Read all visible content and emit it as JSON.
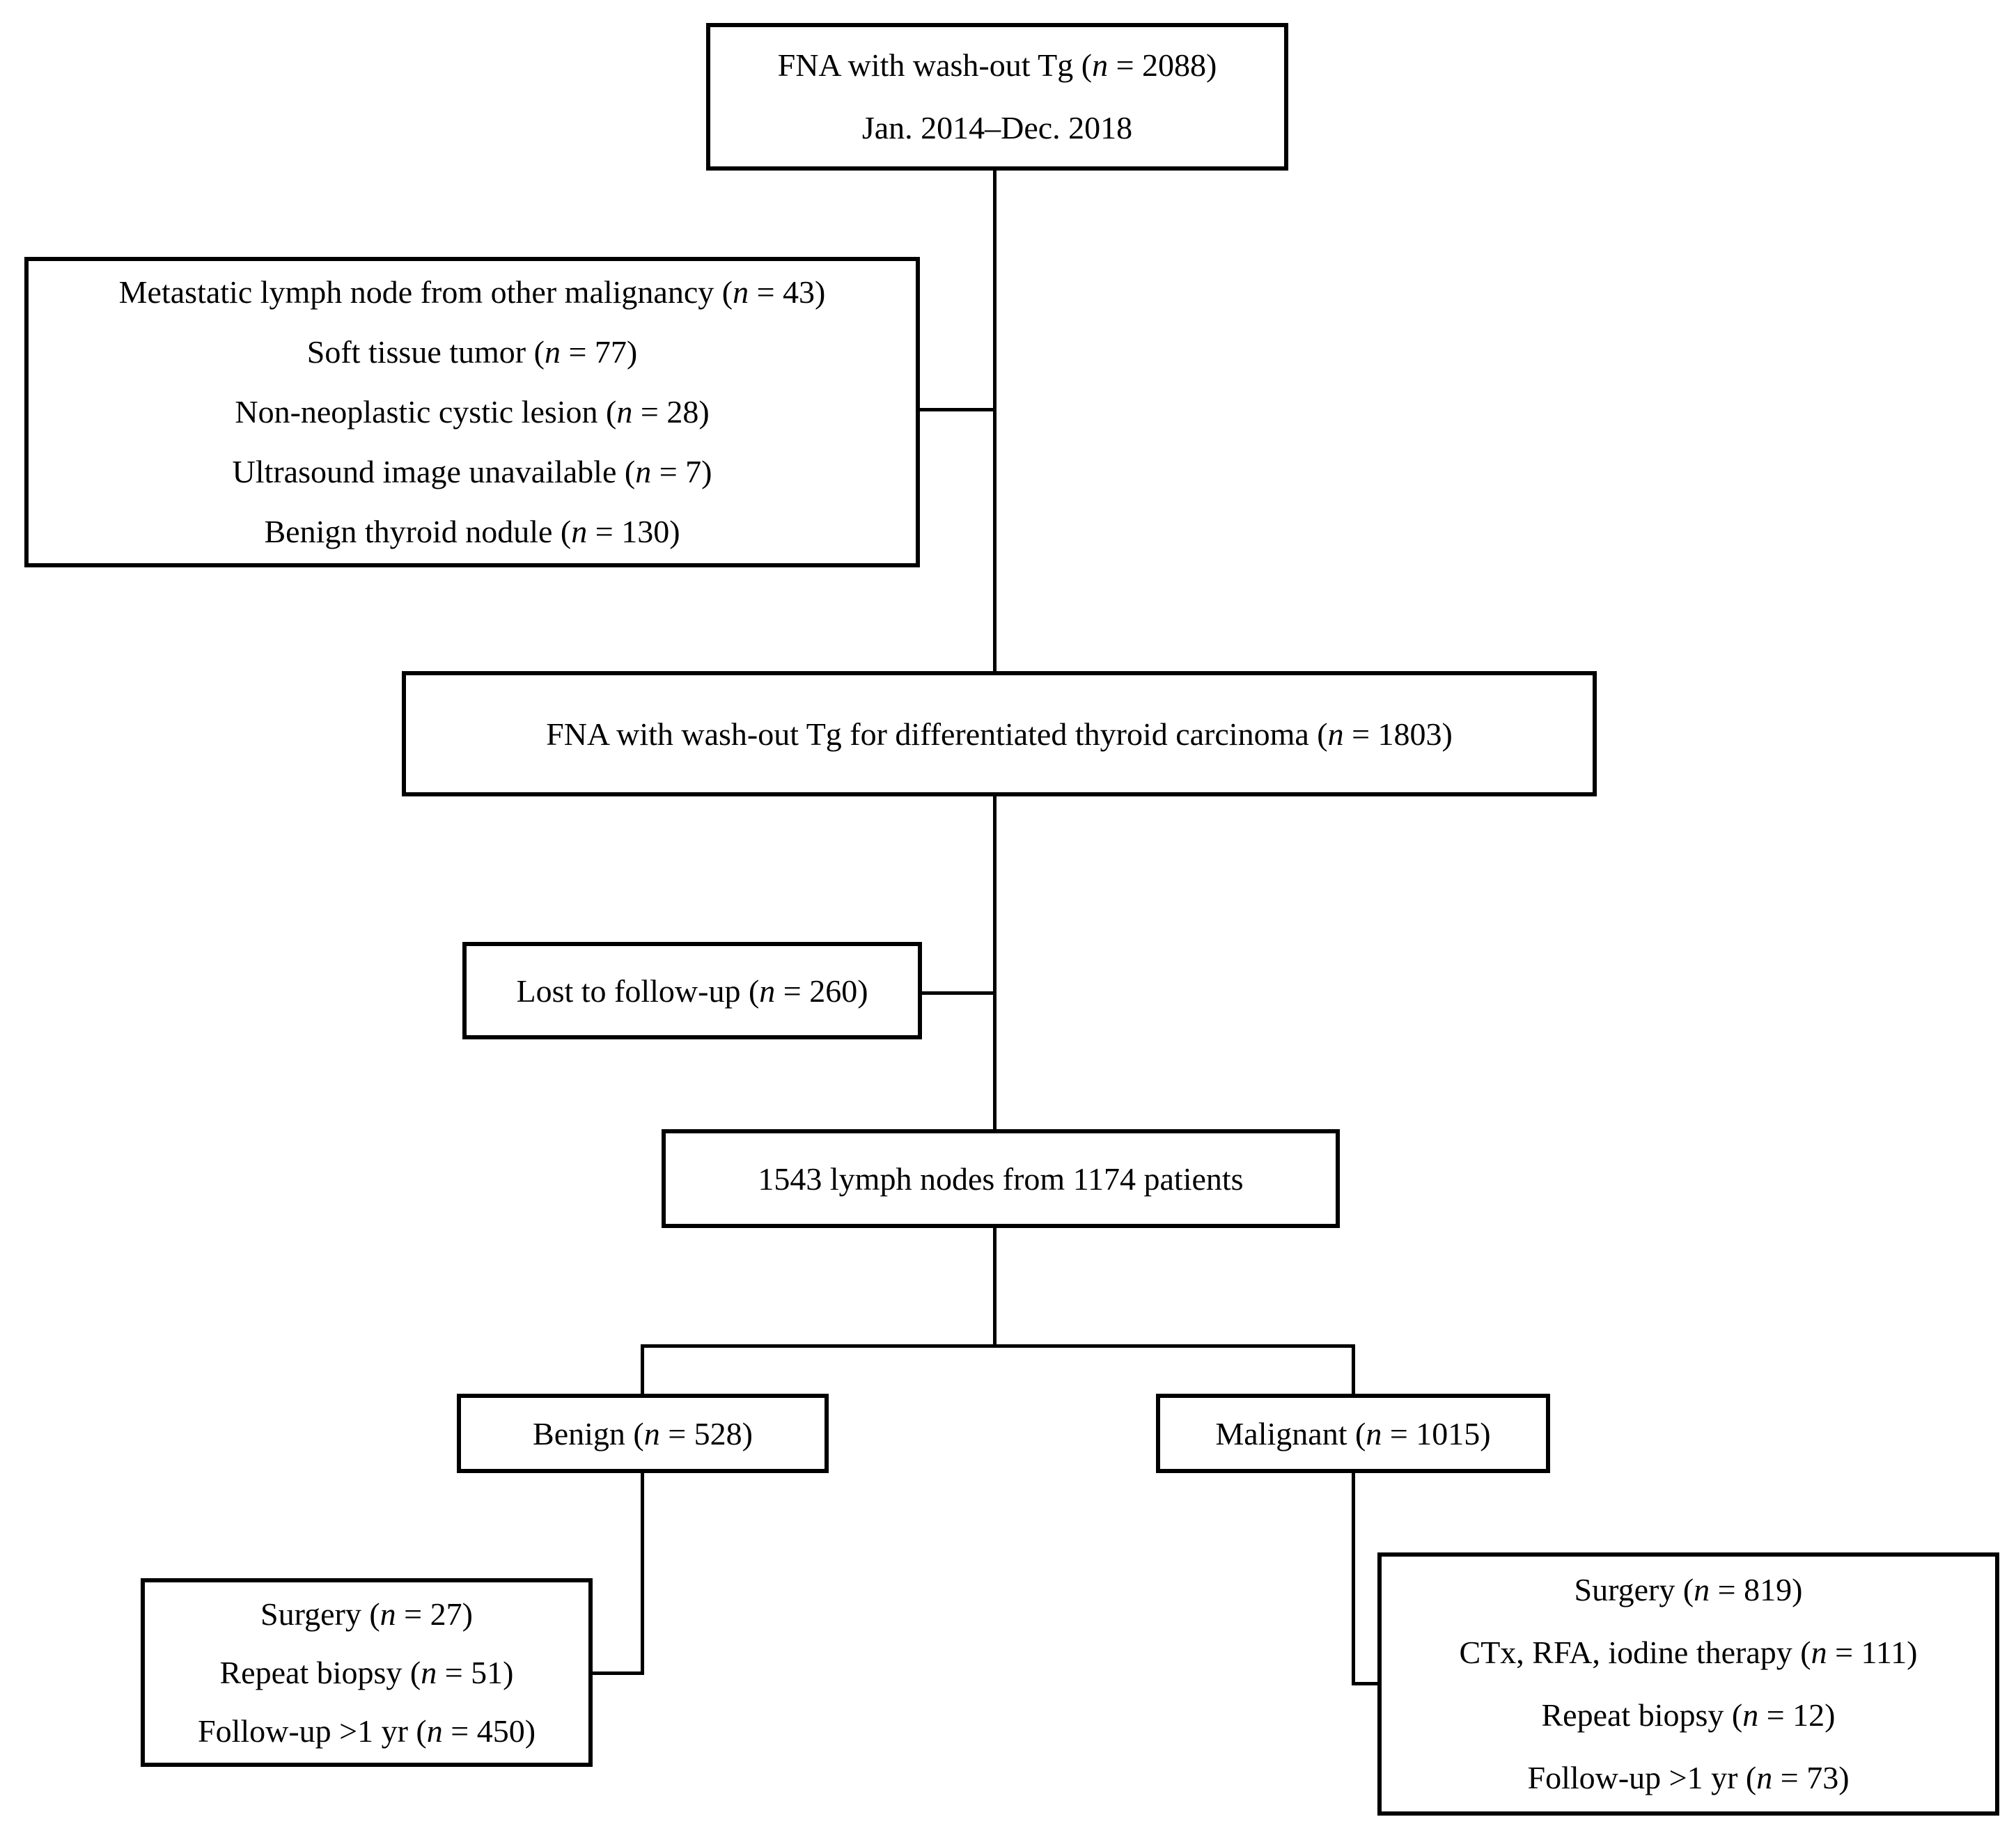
{
  "diagram": {
    "type": "study-flowchart",
    "background_color": "#ffffff",
    "line_color": "#000000",
    "boxes": {
      "fna_total": {
        "lines": [
          "FNA with wash-out Tg (n = 2088)",
          "Jan. 2014–Dec. 2018"
        ]
      },
      "excluded": {
        "lines": [
          "Metastatic lymph node from other malignancy (n = 43)",
          "Soft tissue tumor (n = 77)",
          "Non-neoplastic cystic lesion (n = 28)",
          "Ultrasound image unavailable (n = 7)",
          "Benign thyroid nodule (n = 130)"
        ]
      },
      "fna_dtc": {
        "lines": [
          "FNA with wash-out Tg for differentiated thyroid carcinoma (n = 1803)"
        ]
      },
      "lost_followup": {
        "lines": [
          "Lost to follow-up (n = 260)"
        ]
      },
      "lymph_nodes": {
        "lines": [
          "1543 lymph nodes from 1174 patients"
        ]
      },
      "benign": {
        "lines": [
          "Benign (n = 528)"
        ]
      },
      "malignant": {
        "lines": [
          "Malignant (n = 1015)"
        ]
      },
      "benign_outcomes": {
        "lines": [
          "Surgery (n = 27)",
          "Repeat biopsy (n = 51)",
          "Follow-up >1 yr (n = 450)"
        ]
      },
      "malignant_outcomes": {
        "lines": [
          "Surgery (n = 819)",
          "CTx, RFA, iodine therapy (n = 111)",
          "Repeat biopsy (n = 12)",
          "Follow-up >1 yr (n = 73)"
        ]
      }
    },
    "edges": [
      {
        "from": "fna_total",
        "to": "fna_dtc"
      },
      {
        "from": "fna_total-to-fna_dtc spine",
        "to": "excluded",
        "side": "left"
      },
      {
        "from": "fna_dtc",
        "to": "lymph_nodes"
      },
      {
        "from": "fna_dtc-to-lymph_nodes spine",
        "to": "lost_followup",
        "side": "left"
      },
      {
        "from": "lymph_nodes",
        "to": "benign"
      },
      {
        "from": "lymph_nodes",
        "to": "malignant"
      },
      {
        "from": "benign",
        "to": "benign_outcomes"
      },
      {
        "from": "malignant",
        "to": "malignant_outcomes"
      }
    ]
  }
}
